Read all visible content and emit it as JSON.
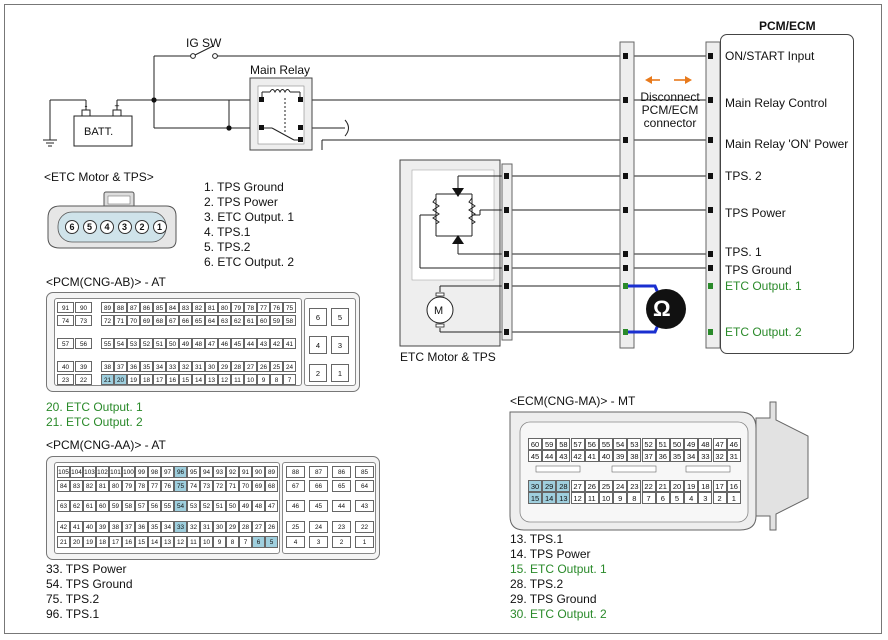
{
  "labels": {
    "ig_sw": "IG SW",
    "main_relay": "Main Relay",
    "batt": "BATT.",
    "pcm_ecm": "PCM/ECM",
    "disconnect": [
      "Disconnect",
      "PCM/ECM",
      "connector"
    ],
    "etc_motor_tps": "ETC Motor & TPS",
    "etc_motor_tps_title": "<ETC Motor & TPS>",
    "motor": "M",
    "ohm": "Ω"
  },
  "pcm_pins": [
    {
      "label": "ON/START Input",
      "green": false
    },
    {
      "label": "Main Relay Control",
      "green": false
    },
    {
      "label": "Main Relay 'ON' Power",
      "green": false
    },
    {
      "label": "TPS. 2",
      "green": false
    },
    {
      "label": "TPS Power",
      "green": false
    },
    {
      "label": "TPS. 1",
      "green": false
    },
    {
      "label": "TPS Ground",
      "green": false
    },
    {
      "label": "ETC Output. 1",
      "green": true
    },
    {
      "label": "ETC Output. 2",
      "green": true
    }
  ],
  "etc_connector_pins": [
    "6",
    "5",
    "4",
    "3",
    "2",
    "1"
  ],
  "etc_list": [
    "1. TPS Ground",
    "2. TPS Power",
    "3. ETC Output. 1",
    "4. TPS.1",
    "5. TPS.2",
    "6. ETC Output. 2"
  ],
  "ab": {
    "title": "<PCM(CNG-AB)> - AT",
    "left_cols": [
      [
        "91",
        "74"
      ],
      [
        "90",
        "73"
      ],
      [
        "57",
        "40",
        "23"
      ],
      [
        "56",
        "39",
        "22"
      ]
    ],
    "rows": [
      [
        "89",
        "88",
        "87",
        "86",
        "85",
        "84",
        "83",
        "82",
        "81",
        "80",
        "79",
        "78",
        "77",
        "76",
        "75"
      ],
      [
        "72",
        "71",
        "70",
        "69",
        "68",
        "67",
        "66",
        "65",
        "64",
        "63",
        "62",
        "61",
        "60",
        "59",
        "58"
      ],
      [
        "55",
        "54",
        "53",
        "52",
        "51",
        "50",
        "49",
        "48",
        "47",
        "46",
        "45",
        "44",
        "43",
        "42",
        "41"
      ],
      [
        "38",
        "37",
        "36",
        "35",
        "34",
        "33",
        "32",
        "31",
        "30",
        "29",
        "28",
        "27",
        "26",
        "25",
        "24"
      ],
      [
        "21",
        "20",
        "19",
        "18",
        "17",
        "16",
        "15",
        "14",
        "13",
        "12",
        "11",
        "10",
        "9",
        "8",
        "7"
      ]
    ],
    "right_pins": [
      [
        "6",
        "5"
      ],
      [
        "4",
        "3"
      ],
      [
        "2",
        "1"
      ]
    ],
    "highlight": [
      "21",
      "20"
    ],
    "notes": [
      "20. ETC Output. 1",
      "21. ETC Output. 2"
    ]
  },
  "aa": {
    "title": "<PCM(CNG-AA)> - AT",
    "rows": [
      [
        "105",
        "104",
        "103",
        "102",
        "101",
        "100",
        "99",
        "98",
        "97",
        "96",
        "95",
        "94",
        "93",
        "92",
        "91",
        "90",
        "89"
      ],
      [
        "84",
        "83",
        "82",
        "81",
        "80",
        "79",
        "78",
        "77",
        "76",
        "75",
        "74",
        "73",
        "72",
        "71",
        "70",
        "69",
        "68"
      ],
      [
        "63",
        "62",
        "61",
        "60",
        "59",
        "58",
        "57",
        "56",
        "55",
        "54",
        "53",
        "52",
        "51",
        "50",
        "49",
        "48",
        "47"
      ],
      [
        "42",
        "41",
        "40",
        "39",
        "38",
        "37",
        "36",
        "35",
        "34",
        "33",
        "32",
        "31",
        "30",
        "29",
        "28",
        "27",
        "26"
      ],
      [
        "21",
        "20",
        "19",
        "18",
        "17",
        "16",
        "15",
        "14",
        "13",
        "12",
        "11",
        "10",
        "9",
        "8",
        "7",
        "6",
        "5"
      ]
    ],
    "right_cols": [
      [
        "88",
        "67",
        "46",
        "25",
        "4"
      ],
      [
        "87",
        "66",
        "45",
        "24",
        "3"
      ],
      [
        "86",
        "65",
        "44",
        "23",
        "2"
      ],
      [
        "85",
        "64",
        "43",
        "22",
        "1"
      ]
    ],
    "highlight": [
      "96",
      "75",
      "54",
      "33",
      "6",
      "5"
    ],
    "notes": [
      "33. TPS Power",
      "54. TPS Ground",
      "75. TPS.2",
      "96. TPS.1"
    ]
  },
  "ecm": {
    "title": "<ECM(CNG-MA)> - MT",
    "rows": [
      [
        "60",
        "59",
        "58",
        "57",
        "56",
        "55",
        "54",
        "53",
        "52",
        "51",
        "50",
        "49",
        "48",
        "47",
        "46"
      ],
      [
        "45",
        "44",
        "43",
        "42",
        "41",
        "40",
        "39",
        "38",
        "37",
        "36",
        "35",
        "34",
        "33",
        "32",
        "31"
      ],
      [
        "30",
        "29",
        "28",
        "27",
        "26",
        "25",
        "24",
        "23",
        "22",
        "21",
        "20",
        "19",
        "18",
        "17",
        "16"
      ],
      [
        "15",
        "14",
        "13",
        "12",
        "11",
        "10",
        "9",
        "8",
        "7",
        "6",
        "5",
        "4",
        "3",
        "2",
        "1"
      ]
    ],
    "highlight": [
      "30",
      "29",
      "28",
      "15",
      "14",
      "13"
    ],
    "notes": [
      {
        "text": "13. TPS.1",
        "green": false
      },
      {
        "text": "14. TPS Power",
        "green": false
      },
      {
        "text": "15. ETC Output. 1",
        "green": true
      },
      {
        "text": "28. TPS.2",
        "green": false
      },
      {
        "text": "29. TPS Ground",
        "green": false
      },
      {
        "text": "30. ETC Output. 2",
        "green": true
      }
    ]
  },
  "colors": {
    "green": "#2a8a2a",
    "highlight": "#9fcfde",
    "arrow": "#e87a1c",
    "probe": "#1a2fd0"
  }
}
